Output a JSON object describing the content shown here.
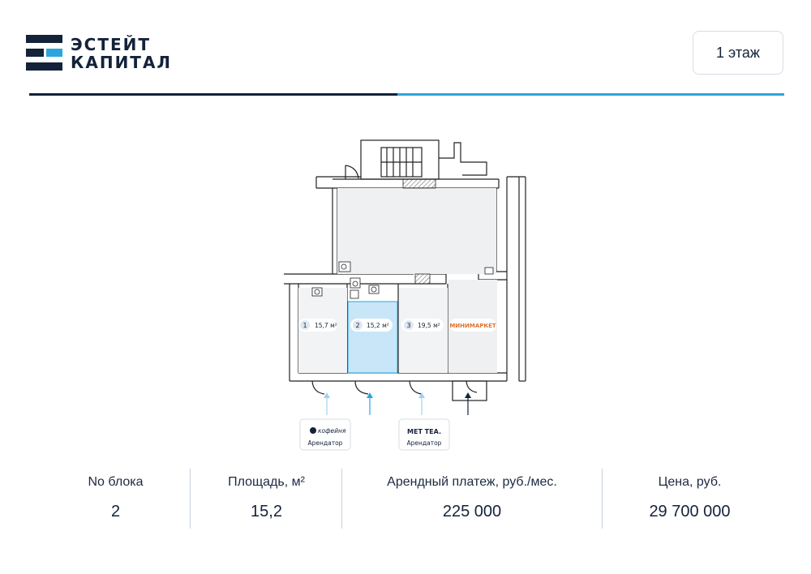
{
  "brand": {
    "line1": "ЭСТЕЙТ",
    "line2": "КАПИТАЛ",
    "dark": "#14223a",
    "accent": "#2aa6dc"
  },
  "floor_selector": {
    "label": "1 этаж"
  },
  "plan": {
    "units": [
      {
        "number": "1",
        "area": "15,7 м²"
      },
      {
        "number": "2",
        "area": "15,2 м²",
        "selected": true
      },
      {
        "number": "3",
        "area": "19,5 м²"
      }
    ],
    "minimarket": "МИНИМАРКЕТ",
    "tenants": [
      {
        "logo_text": "кофейня",
        "caption": "Арендатор"
      },
      {
        "logo_text": "MET TEA.",
        "caption": "Арендатор"
      }
    ],
    "highlight_color": "#c8e6f8",
    "minimarket_color": "#e2712c"
  },
  "stats": {
    "block": {
      "label": "No блока",
      "value": "2"
    },
    "area": {
      "label": "Площадь, м²",
      "value": "15,2"
    },
    "rent": {
      "label": "Арендный платеж, руб./мес.",
      "value": "225 000"
    },
    "price": {
      "label": "Цена, руб.",
      "value": "29 700 000"
    }
  }
}
